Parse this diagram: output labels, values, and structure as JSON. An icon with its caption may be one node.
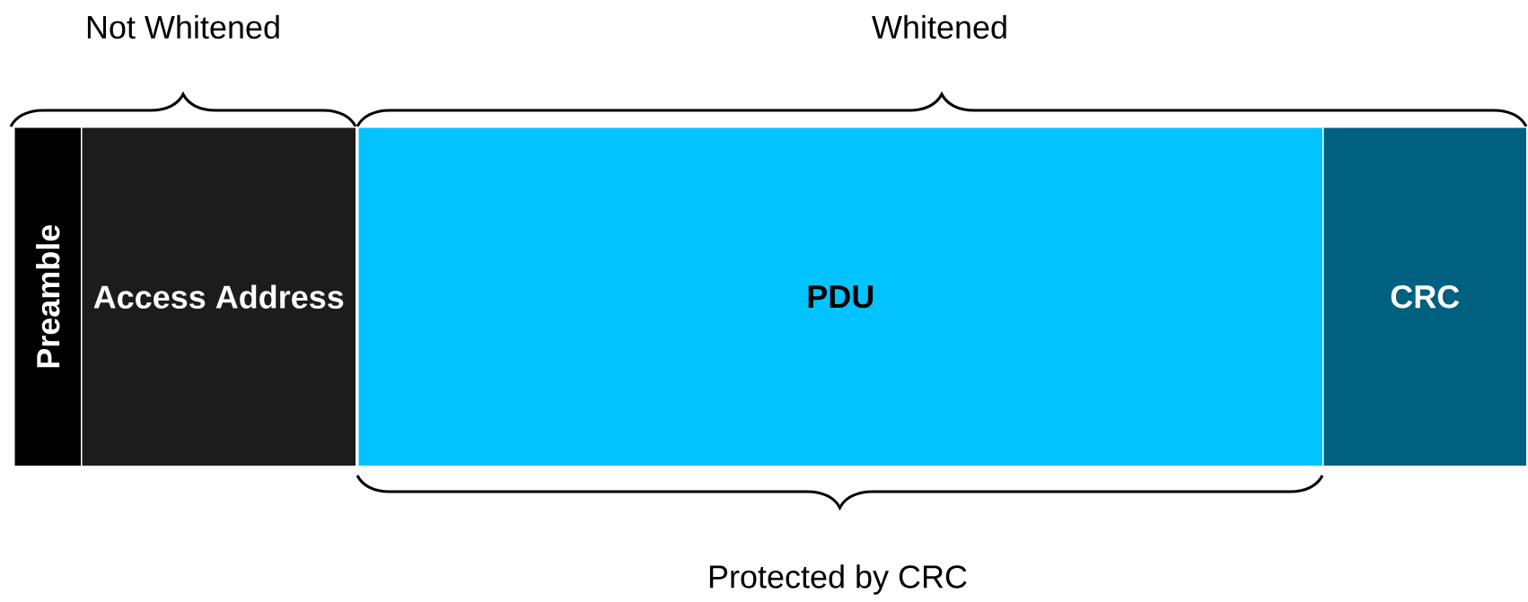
{
  "diagram": {
    "nodes": [
      {
        "text": [
          "Preamble"
        ]
      },
      {
        "text": [
          "Access Address"
        ]
      },
      {
        "text": [
          "PDU"
        ]
      },
      {
        "text": [
          "CRC"
        ]
      }
    ],
    "labels": [
      "Not Whitened",
      "Whitened",
      "Protected by CRC"
    ]
  }
}
